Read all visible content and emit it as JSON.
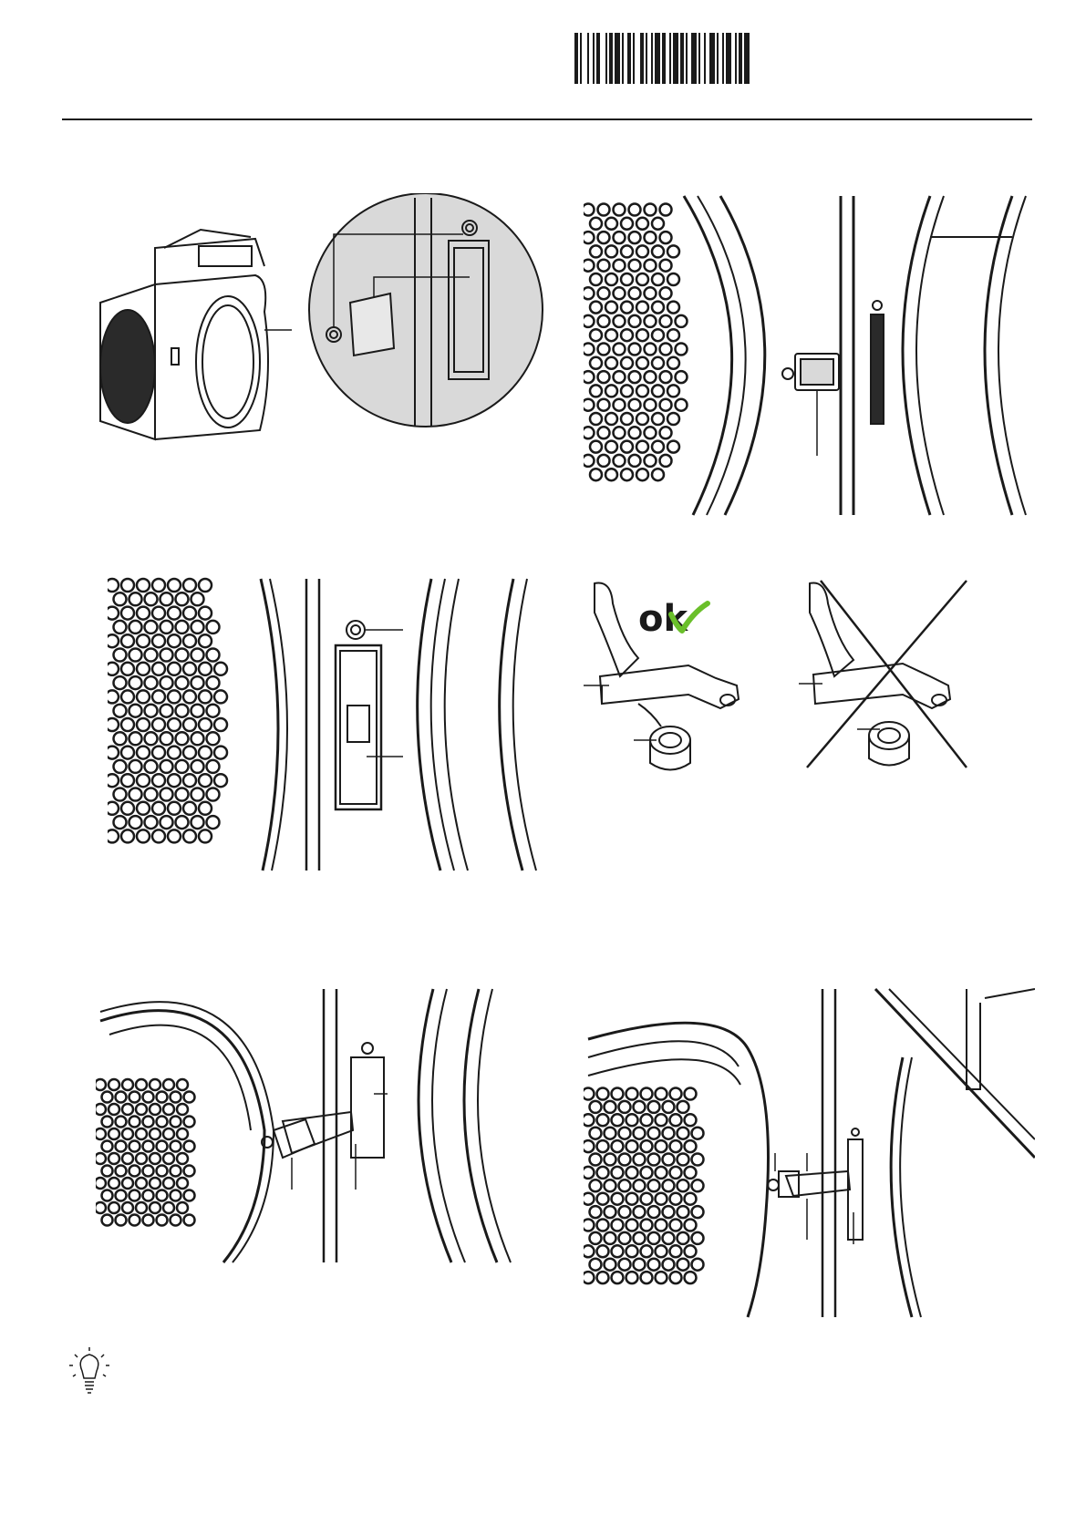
{
  "document": {
    "domain": "Document",
    "colors": {
      "line": "#1a1a1a",
      "panel_fill": "#d9d9d9",
      "ok_check": "#6abf2a",
      "cross": "#1a1a1a"
    },
    "icons": [
      "barcode-icon",
      "lightbulb-tip-icon",
      "checkmark-icon"
    ],
    "figures": [
      {
        "name": "figure-dryer-overview"
      },
      {
        "name": "figure-magnet-position"
      },
      {
        "name": "figure-hinge-holes"
      },
      {
        "name": "figure-correct-incorrect"
      },
      {
        "name": "figure-hinge-install"
      },
      {
        "name": "figure-hinge-installed"
      }
    ],
    "ok_label": "ok"
  }
}
